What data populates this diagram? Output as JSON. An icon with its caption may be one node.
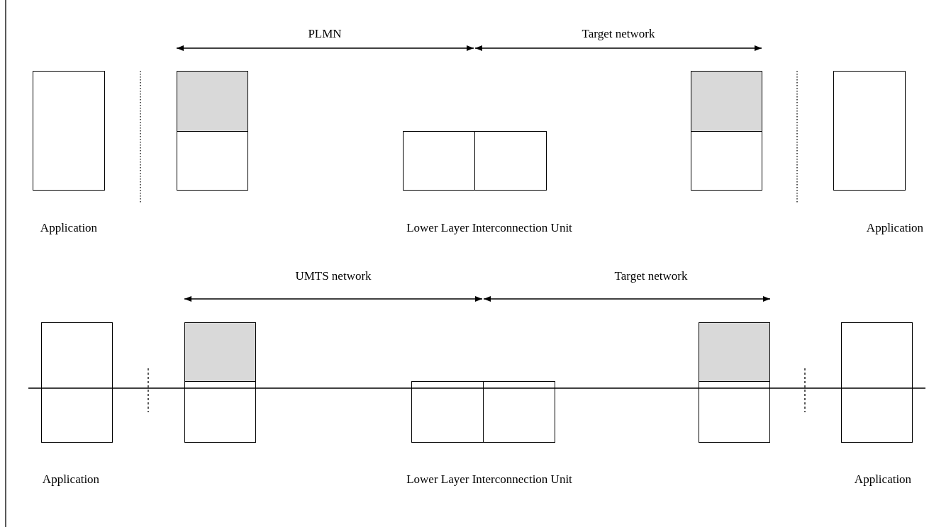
{
  "diagram": {
    "nodes": [
      {
        "text": [],
        "shape": "box",
        "beside": [
          "Application"
        ]
      },
      {
        "text": [],
        "shape": "box"
      },
      {
        "text": [],
        "shape": "box"
      },
      {
        "text": [],
        "shape": "box"
      },
      {
        "text": [],
        "shape": "box"
      },
      {
        "text": [],
        "shape": "box"
      },
      {
        "text": [],
        "shape": "box"
      },
      {
        "text": [],
        "shape": "box",
        "beside": [
          "Application"
        ]
      },
      {
        "text": [],
        "shape": "box",
        "beside": [
          "Application"
        ]
      },
      {
        "text": [],
        "shape": "box"
      },
      {
        "text": [],
        "shape": "box"
      },
      {
        "text": [],
        "shape": "box"
      },
      {
        "text": [],
        "shape": "box"
      },
      {
        "text": [],
        "shape": "box"
      },
      {
        "text": [],
        "shape": "box"
      },
      {
        "text": [],
        "shape": "box",
        "beside": [
          "Application"
        ]
      }
    ],
    "labels": [
      "PLMN",
      "Target network",
      "Lower Layer Interconnection Unit",
      "UMTS network",
      "Target network",
      "Lower Layer Interconnection Unit"
    ]
  }
}
